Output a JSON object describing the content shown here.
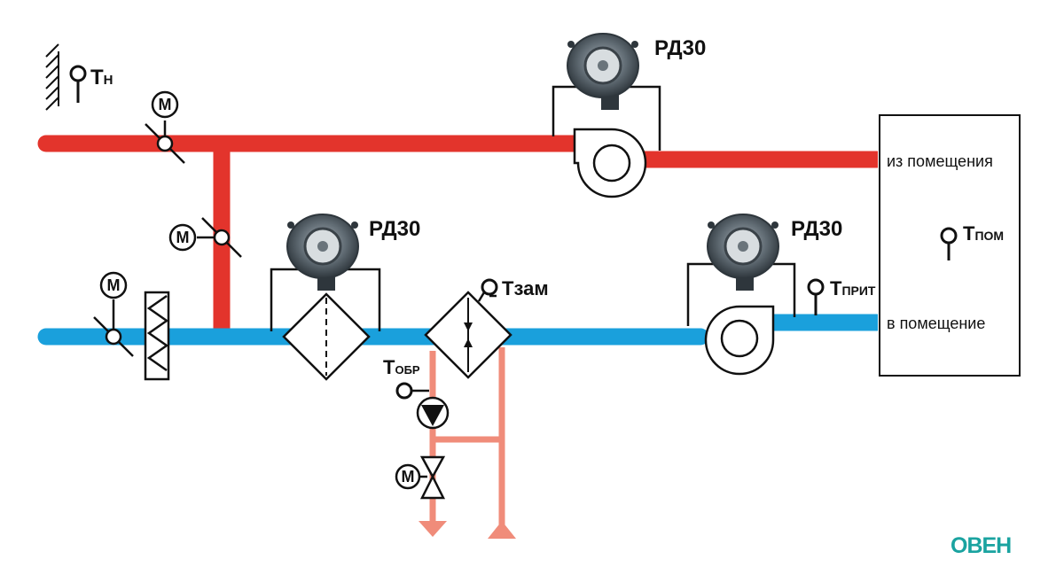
{
  "labels": {
    "t_outdoor": {
      "main": "Т",
      "sub": "Н"
    },
    "t_room": {
      "main": "Т",
      "sub": "ПОМ"
    },
    "t_supply": {
      "main": "Т",
      "sub": "ПРИТ"
    },
    "t_freeze": {
      "main": "Тзам"
    },
    "t_return": {
      "main": "Т",
      "sub": "ОБР"
    },
    "sensor_exhaust": "РД30",
    "sensor_filter": "РД30",
    "sensor_supply": "РД30",
    "motor": "М",
    "room_from": "из помещения",
    "room_to": "в помещение",
    "logo": "ОВЕН"
  },
  "colors": {
    "exhaust_duct": "#e3342c",
    "supply_duct": "#1aa0dc",
    "water_pipe": "#f08c7a",
    "logo": "#1aa3a0"
  }
}
